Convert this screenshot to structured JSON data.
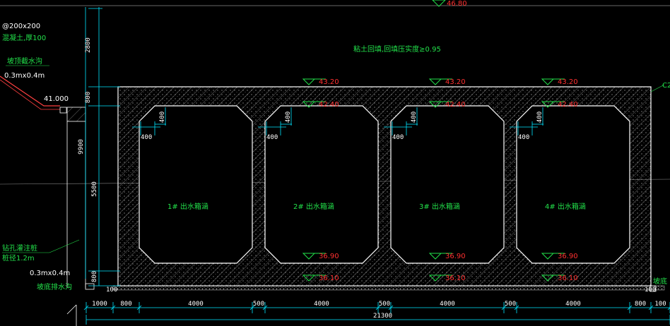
{
  "colors": {
    "background": "#000000",
    "structure": "#ffffff",
    "dimension": "#00e5ff",
    "annotation": "#22e04a",
    "elevation_text": "#ff3030",
    "elevation_marker": "#22e04a"
  },
  "top_elevation": "46.80",
  "backfill_note": "粘土回填,回填压实度≥0.95",
  "culverts": [
    {
      "label": "1# 出水箱涵"
    },
    {
      "label": "2# 出水箱涵"
    },
    {
      "label": "3# 出水箱涵"
    },
    {
      "label": "4# 出水箱涵"
    }
  ],
  "elevations": {
    "top": "43.20",
    "inner_top": "42.40",
    "inner_bottom": "36.90",
    "bottom": "36.10"
  },
  "left_notes": {
    "mesh": "@200x200",
    "concrete": "混凝土,厚100",
    "drain_top": "坡顶截水沟",
    "drain_top_size": "0.3mx0.4m",
    "grade_elev": "41.000",
    "pile": "钻孔灌注桩",
    "pile_dia": "桩径1.2m",
    "drain_bottom_size": "0.3mx0.4m",
    "drain_bottom": "坡底排水沟"
  },
  "right_notes": {
    "concrete_tag": "C2",
    "drain": "坡底"
  },
  "vertical_dims": [
    "2800",
    "800",
    "9900",
    "5500",
    "800"
  ],
  "haunch_dims": {
    "vertical": "400",
    "horizontal": "400"
  },
  "bottom_dims": [
    "1000",
    "800",
    "4000",
    "500",
    "4000",
    "500",
    "4000",
    "500",
    "4000",
    "800",
    "100"
  ],
  "small_dims": {
    "left": "100",
    "right": "100"
  },
  "total_width": "21300"
}
